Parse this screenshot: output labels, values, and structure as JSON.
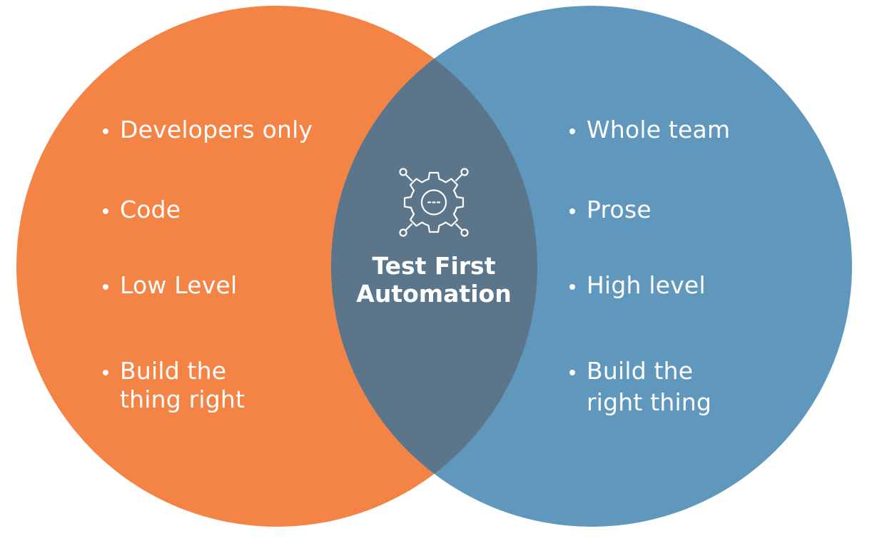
{
  "colors": {
    "left_circle": "#F38446",
    "right_circle": "#5F97BD",
    "overlap": "#5B768B",
    "text": "#FFFFFF"
  },
  "left": {
    "items": [
      {
        "lines": [
          "Developers only"
        ]
      },
      {
        "lines": [
          "Code"
        ]
      },
      {
        "lines": [
          "Low Level"
        ]
      },
      {
        "lines": [
          "Build the",
          "thing right"
        ]
      }
    ]
  },
  "right": {
    "items": [
      {
        "lines": [
          "Whole team"
        ]
      },
      {
        "lines": [
          "Prose"
        ]
      },
      {
        "lines": [
          "High level"
        ]
      },
      {
        "lines": [
          "Build the",
          "right thing"
        ]
      }
    ]
  },
  "center": {
    "icon": "gear-circuit-icon",
    "title_lines": [
      "Test First",
      "Automation"
    ]
  }
}
